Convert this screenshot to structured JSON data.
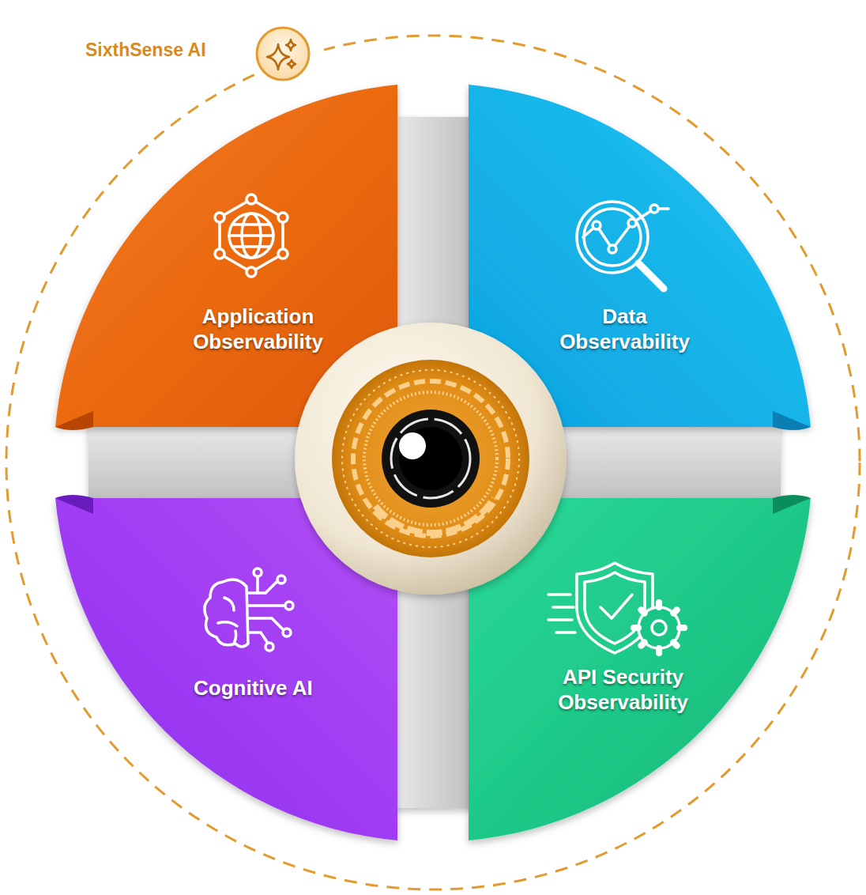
{
  "diagram": {
    "nodes": [
      {
        "text": [
          "Application Observability"
        ]
      },
      {
        "text": [
          "Data Observability"
        ]
      },
      {
        "text": [
          "Cognitive AI"
        ]
      },
      {
        "text": [
          "API Security Observability"
        ]
      }
    ],
    "labels": [
      "SixthSense AI"
    ]
  }
}
